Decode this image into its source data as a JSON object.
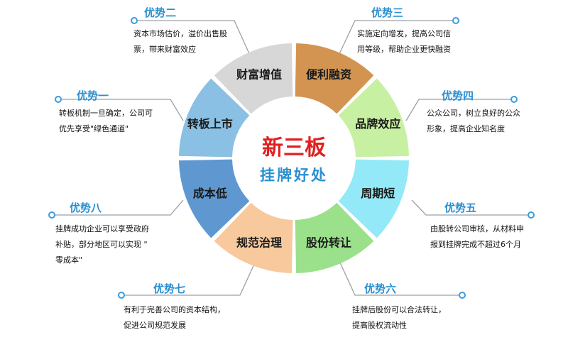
{
  "center": {
    "title": "新三板",
    "subtitle": "挂牌好处"
  },
  "segments": [
    {
      "label": "便利融资",
      "color": "#d39452"
    },
    {
      "label": "品牌效应",
      "color": "#c8f0a3"
    },
    {
      "label": "周期短",
      "color": "#93e9f7"
    },
    {
      "label": "股份转让",
      "color": "#9be08b"
    },
    {
      "label": "规范治理",
      "color": "#f7c99c"
    },
    {
      "label": "成本低",
      "color": "#5f98d0"
    },
    {
      "label": "转板上市",
      "color": "#8ac0e3"
    },
    {
      "label": "财富增值",
      "color": "#d7d7d7"
    }
  ],
  "advantages": {
    "one": {
      "title": "优势一",
      "lines": [
        "转板机制一旦确定，公司可",
        "优先享受\"绿色通道\""
      ]
    },
    "two": {
      "title": "优势二",
      "lines": [
        "资本市场估价，溢价出售股",
        "票，带来财富效应"
      ]
    },
    "three": {
      "title": "优势三",
      "lines": [
        "实施定向增发，提高公司信",
        "用等级，帮助企业更快融资"
      ]
    },
    "four": {
      "title": "优势四",
      "lines": [
        "公众公司，树立良好的公众",
        "形象，提高企业知名度"
      ]
    },
    "five": {
      "title": "优势五",
      "lines": [
        "由股转公司审核，从材料申",
        "报到挂牌完成不超过6个月"
      ]
    },
    "six": {
      "title": "优势六",
      "lines": [
        "挂牌后股份可以合法转让，",
        "提高股权流动性"
      ]
    },
    "seven": {
      "title": "优势七",
      "lines": [
        "有利于完善公司的资本结构，",
        "促进公司规范发展"
      ]
    },
    "eight": {
      "title": "优势八",
      "lines": [
        "挂牌成功企业可以享受政府",
        "补贴，部分地区可以实现 \"",
        "零成本\""
      ]
    }
  },
  "colors": {
    "title_red": "#e02020",
    "subtitle_blue": "#2a8fd0",
    "connector": "#9aa0a6",
    "dot": "#3a9be0"
  }
}
